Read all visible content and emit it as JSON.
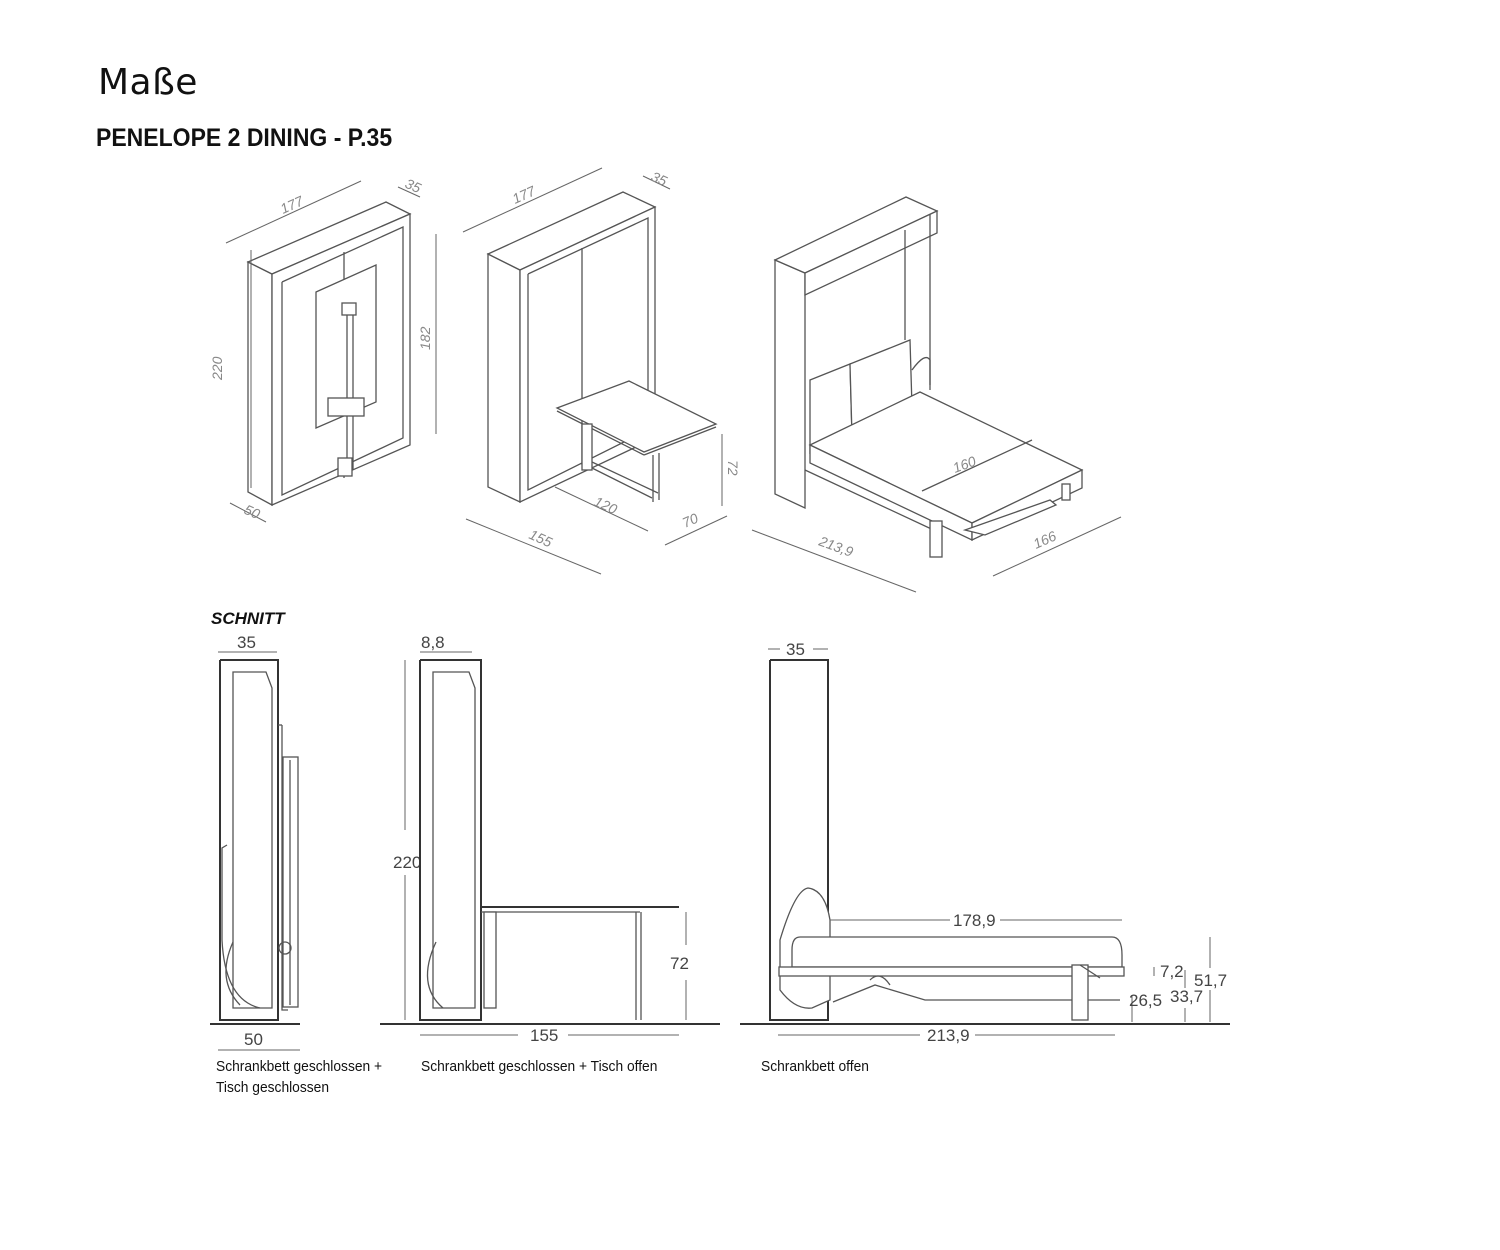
{
  "title": "Maße",
  "subtitle": "PENELOPE 2 DINING - P.35",
  "section_label": "SCHNITT",
  "iso_dims": {
    "v1_width": "177",
    "v1_depth": "35",
    "v1_height": "220",
    "v1_inner": "182",
    "v1_base": "50",
    "v2_width": "177",
    "v2_depth": "35",
    "v2_table_w": "120",
    "v2_table_d": "70",
    "v2_base": "155",
    "v2_table_h": "72",
    "v3_base": "213,9",
    "v3_mattress": "160",
    "v3_width": "166"
  },
  "section_dims": {
    "s1_top": "35",
    "s1_bottom": "50",
    "s2_top": "8,8",
    "s2_height": "220",
    "s2_table_h": "72",
    "s2_base": "155",
    "s3_top": "35",
    "s3_bed_len": "178,9",
    "s3_base": "213,9",
    "s3_d1": "7,2",
    "s3_d2": "51,7",
    "s3_d3": "26,5",
    "s3_d4": "33,7"
  },
  "captions": {
    "c1_line1": "Schrankbett geschlossen +",
    "c1_line2": "Tisch geschlossen",
    "c2": "Schrankbett geschlossen + Tisch offen",
    "c3": "Schrankbett offen"
  }
}
